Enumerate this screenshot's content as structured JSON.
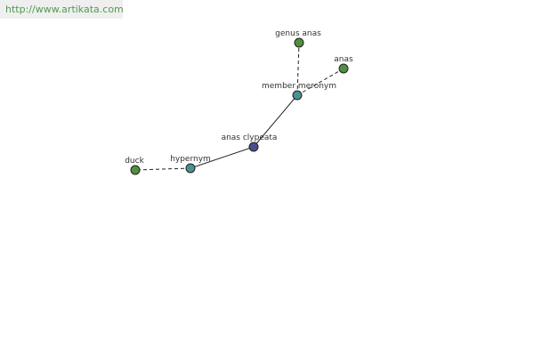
{
  "watermark": "http://www.artikata.com",
  "colors": {
    "center": "#4a4e8c",
    "relation": "#4a9090",
    "leaf": "#4f8f3f"
  },
  "nodes": {
    "center": {
      "label": "anas clypeata"
    },
    "hypernym": {
      "label": "hypernym"
    },
    "duck": {
      "label": "duck"
    },
    "member_meronym": {
      "label": "member meronym"
    },
    "genus_anas": {
      "label": "genus anas"
    },
    "anas": {
      "label": "anas"
    }
  }
}
